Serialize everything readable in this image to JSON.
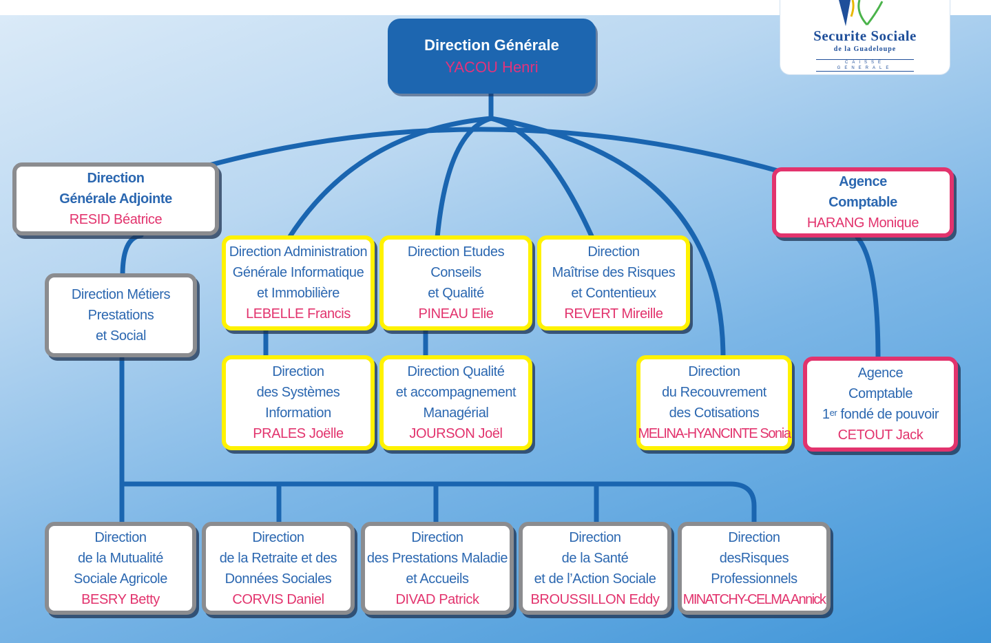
{
  "head": {
    "title": "Direction Générale",
    "person": "YACOU Henri"
  },
  "logo": {
    "main": "Securite Sociale",
    "sub": "de la Guadeloupe",
    "sub2": "CAISSE GENERALE"
  },
  "dga": {
    "l1": "Direction",
    "l2": "Générale Adjointe",
    "person": "RESID Béatrice"
  },
  "metiers": {
    "l1": "Direction Métiers",
    "l2": "Prestations",
    "l3": "et Social"
  },
  "agif": {
    "l1": "Direction Administration",
    "l2": "Générale Informatique",
    "l3": "et Immobilière",
    "person": "LEBELLE Francis"
  },
  "etudes": {
    "l1": "Direction Etudes",
    "l2": "Conseils",
    "l3": "et Qualité",
    "person": "PINEAU Elie"
  },
  "risques": {
    "l1": "Direction",
    "l2": "Maîtrise des Risques",
    "l3": "et Contentieux",
    "person": "REVERT Mireille"
  },
  "agence1": {
    "l1": "Agence",
    "l2": "Comptable",
    "person": "HARANG Monique"
  },
  "systemes": {
    "l1": "Direction",
    "l2": "des Systèmes",
    "l3": "Information",
    "person": "PRALES Joëlle"
  },
  "qualite": {
    "l1": "Direction Qualité",
    "l2": "et accompagnement",
    "l3": "Managérial",
    "person": "JOURSON Joël"
  },
  "recouvrement": {
    "l1": "Direction",
    "l2": "du Recouvrement",
    "l3": "des Cotisations",
    "person": "MELINA-HYANCINTE Sonia"
  },
  "agence2": {
    "l1": "Agence",
    "l2": "Comptable",
    "l3_sup": "er",
    "l3_num": "1",
    "l3_rest": " fondé de pouvoir",
    "person": "CETOUT Jack"
  },
  "msa": {
    "l1": "Direction",
    "l2": "de  la Mutualité",
    "l3": "Sociale Agricole",
    "person": "BESRY Betty"
  },
  "retraite": {
    "l1": "Direction",
    "l2": "de la Retraite et des",
    "l3": "Données Sociales",
    "person": "CORVIS Daniel"
  },
  "maladie": {
    "l1": "Direction",
    "l2": "des Prestations Maladie",
    "l3": "et  Accueils",
    "person": "DIVAD Patrick"
  },
  "sante": {
    "l1": "Direction",
    "l2": "de la Santé",
    "l3": "et de l’Action Sociale",
    "person": "BROUSSILLON Eddy"
  },
  "pro": {
    "l1": "Direction",
    "l2": "desRisques",
    "l3": "Professionnels",
    "person": "MINATCHY-CELMA Annick"
  },
  "colors": {
    "head": "#1d66b0",
    "line": "#1a65b0",
    "person": "#e2336d",
    "text": "#2b67b0",
    "gray_border": "#8b8c8f",
    "yellow_border": "#fff200",
    "pink_border": "#e2336d"
  }
}
